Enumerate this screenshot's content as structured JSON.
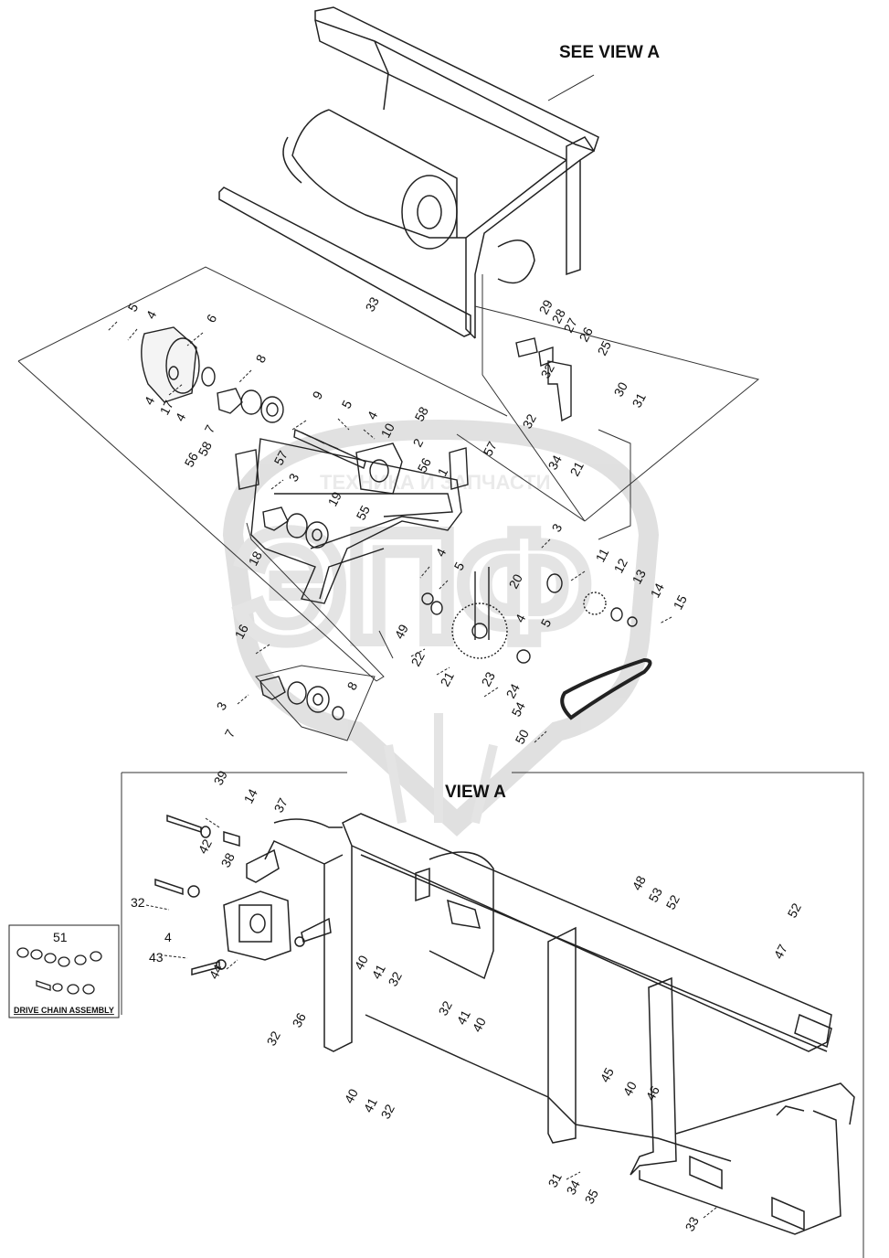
{
  "titles": {
    "see_view": "SEE VIEW A",
    "view_a": "VIEW A",
    "drive_chain": "DRIVE CHAIN ASSEMBLY"
  },
  "watermark": {
    "text": "ТЕХНИКА И ЗАПЧАСТИ",
    "logo": "ЭПФ"
  },
  "labels": {
    "l5a": "5",
    "l4a": "4",
    "l6": "6",
    "l8a": "8",
    "l4b": "4",
    "l17": "17",
    "l4c": "4",
    "l7a": "7",
    "l9": "9",
    "l5b": "5",
    "l4d": "4",
    "l58a": "58",
    "l10": "10",
    "l2": "2",
    "l57a": "57",
    "l58b": "58",
    "l57b": "57",
    "l56a": "56",
    "l3a": "3",
    "l56b": "56",
    "l1": "1",
    "l19": "19",
    "l55": "55",
    "l18": "18",
    "l3b": "3",
    "l4e": "4",
    "l5c": "5",
    "l11": "11",
    "l12": "12",
    "l13": "13",
    "l14a": "14",
    "l15": "15",
    "l5d": "5",
    "l20": "20",
    "l4f": "4",
    "l16": "16",
    "l49": "49",
    "l22": "22",
    "l21a": "21",
    "l23": "23",
    "l24": "24",
    "l54": "54",
    "l50": "50",
    "l3c": "3",
    "l8b": "8",
    "l7b": "7",
    "l33a": "33",
    "l29": "29",
    "l28": "28",
    "l27": "27",
    "l26": "26",
    "l25": "25",
    "l32a": "32",
    "l30": "30",
    "l31a": "31",
    "l32b": "32",
    "l34a": "34",
    "l21b": "21",
    "l39": "39",
    "l14b": "14",
    "l37": "37",
    "l42": "42",
    "l38": "38",
    "l32c": "32",
    "l4g": "4",
    "l43": "43",
    "l44": "44",
    "l32d": "32",
    "l36": "36",
    "l40a": "40",
    "l41a": "41",
    "l32e": "32",
    "l48": "48",
    "l53": "53",
    "l52a": "52",
    "l52b": "52",
    "l47": "47",
    "l32f": "32",
    "l41b": "41",
    "l40b": "40",
    "l45": "45",
    "l40c": "40",
    "l46": "46",
    "l40d": "40",
    "l41c": "41",
    "l32g": "32",
    "l31b": "31",
    "l34b": "34",
    "l35": "35",
    "l33b": "33",
    "l51": "51"
  }
}
